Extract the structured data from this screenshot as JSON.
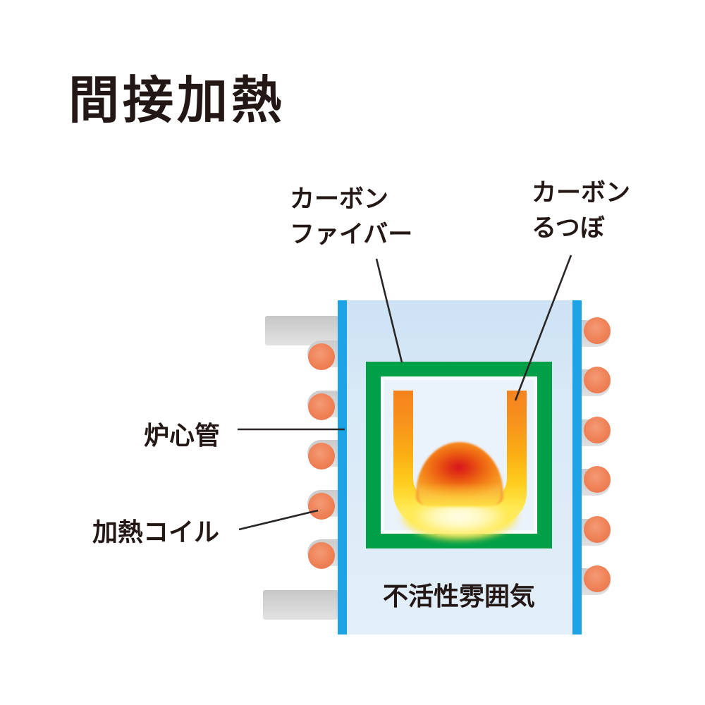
{
  "title": "間接加熱",
  "diagram": {
    "labels": {
      "carbon_fiber_line1": "カーボン",
      "carbon_fiber_line2": "ファイバー",
      "carbon_crucible_line1": "カーボン",
      "carbon_crucible_line2": "るつぼ",
      "core_tube": "炉心管",
      "heating_coil": "加熱コイル",
      "inert_atmosphere": "不活性雰囲気"
    },
    "coils": {
      "left_turns": 5,
      "right_turns": 6
    },
    "colors": {
      "text_color": "#231815",
      "tube_blue": "#1ba3e5",
      "tube_fill": "#d8e9f7",
      "insulation_green": "#009f48",
      "chamber_fill": "#eaf2fb",
      "coil_orange": "#ef8156",
      "coil_back_gray": "#d4d4d4",
      "crucible_orange": "#f5821f",
      "crucible_yellow": "#ffe54a",
      "melt_red": "#d8151e"
    }
  }
}
